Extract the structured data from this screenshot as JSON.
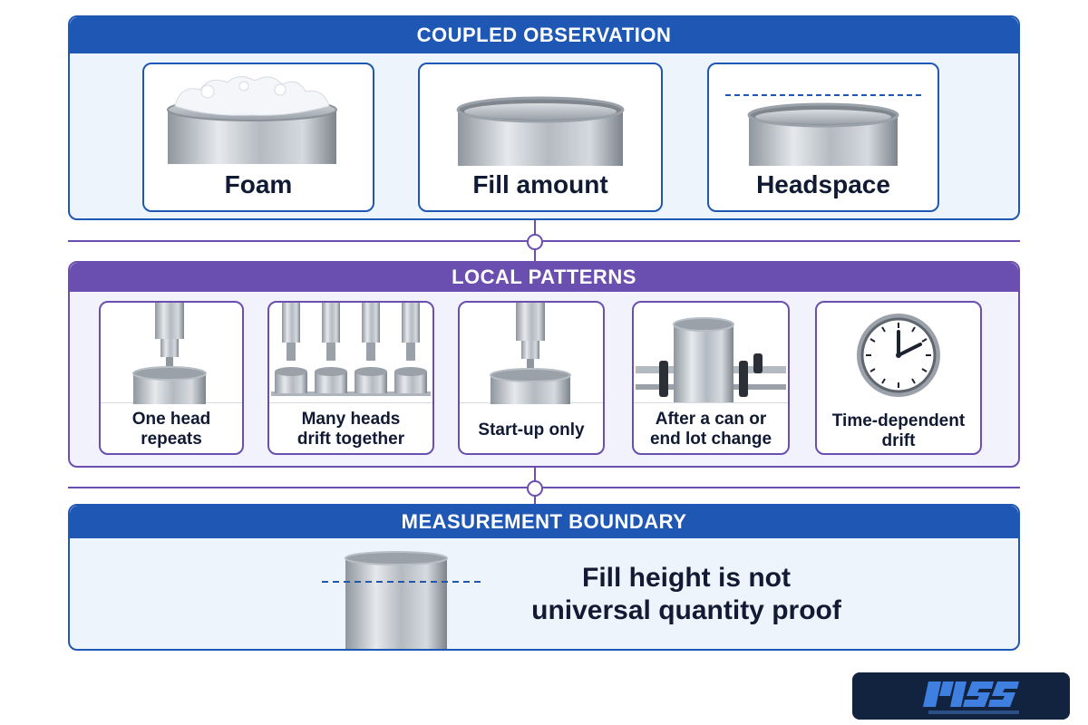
{
  "coupled": {
    "title": "COUPLED OBSERVATION",
    "items": [
      {
        "label": "Foam",
        "icon": "foam-can-icon"
      },
      {
        "label": "Fill amount",
        "icon": "open-can-icon"
      },
      {
        "label": "Headspace",
        "icon": "headspace-can-icon"
      }
    ]
  },
  "patterns": {
    "title": "LOCAL PATTERNS",
    "items": [
      {
        "line1": "One head",
        "line2": "repeats",
        "icon": "single-nozzle-icon"
      },
      {
        "line1": "Many heads",
        "line2": "drift together",
        "icon": "multi-nozzle-icon"
      },
      {
        "line1": "Start-up only",
        "line2": "",
        "icon": "nozzle-start-icon"
      },
      {
        "line1": "After a can or",
        "line2": "end lot change",
        "icon": "can-conveyor-icon"
      },
      {
        "line1": "Time-dependent",
        "line2": "drift",
        "icon": "clock-icon"
      }
    ]
  },
  "boundary": {
    "title": "MEASUREMENT BOUNDARY",
    "line1": "Fill height is not",
    "line2": "universal quantity proof",
    "icon": "can-fill-line-icon"
  },
  "colors": {
    "blue": "#1f57b5",
    "purple": "#6b4fb0",
    "steel": "#b8bec6"
  },
  "logo": {
    "icon": "mss-logo-icon"
  }
}
